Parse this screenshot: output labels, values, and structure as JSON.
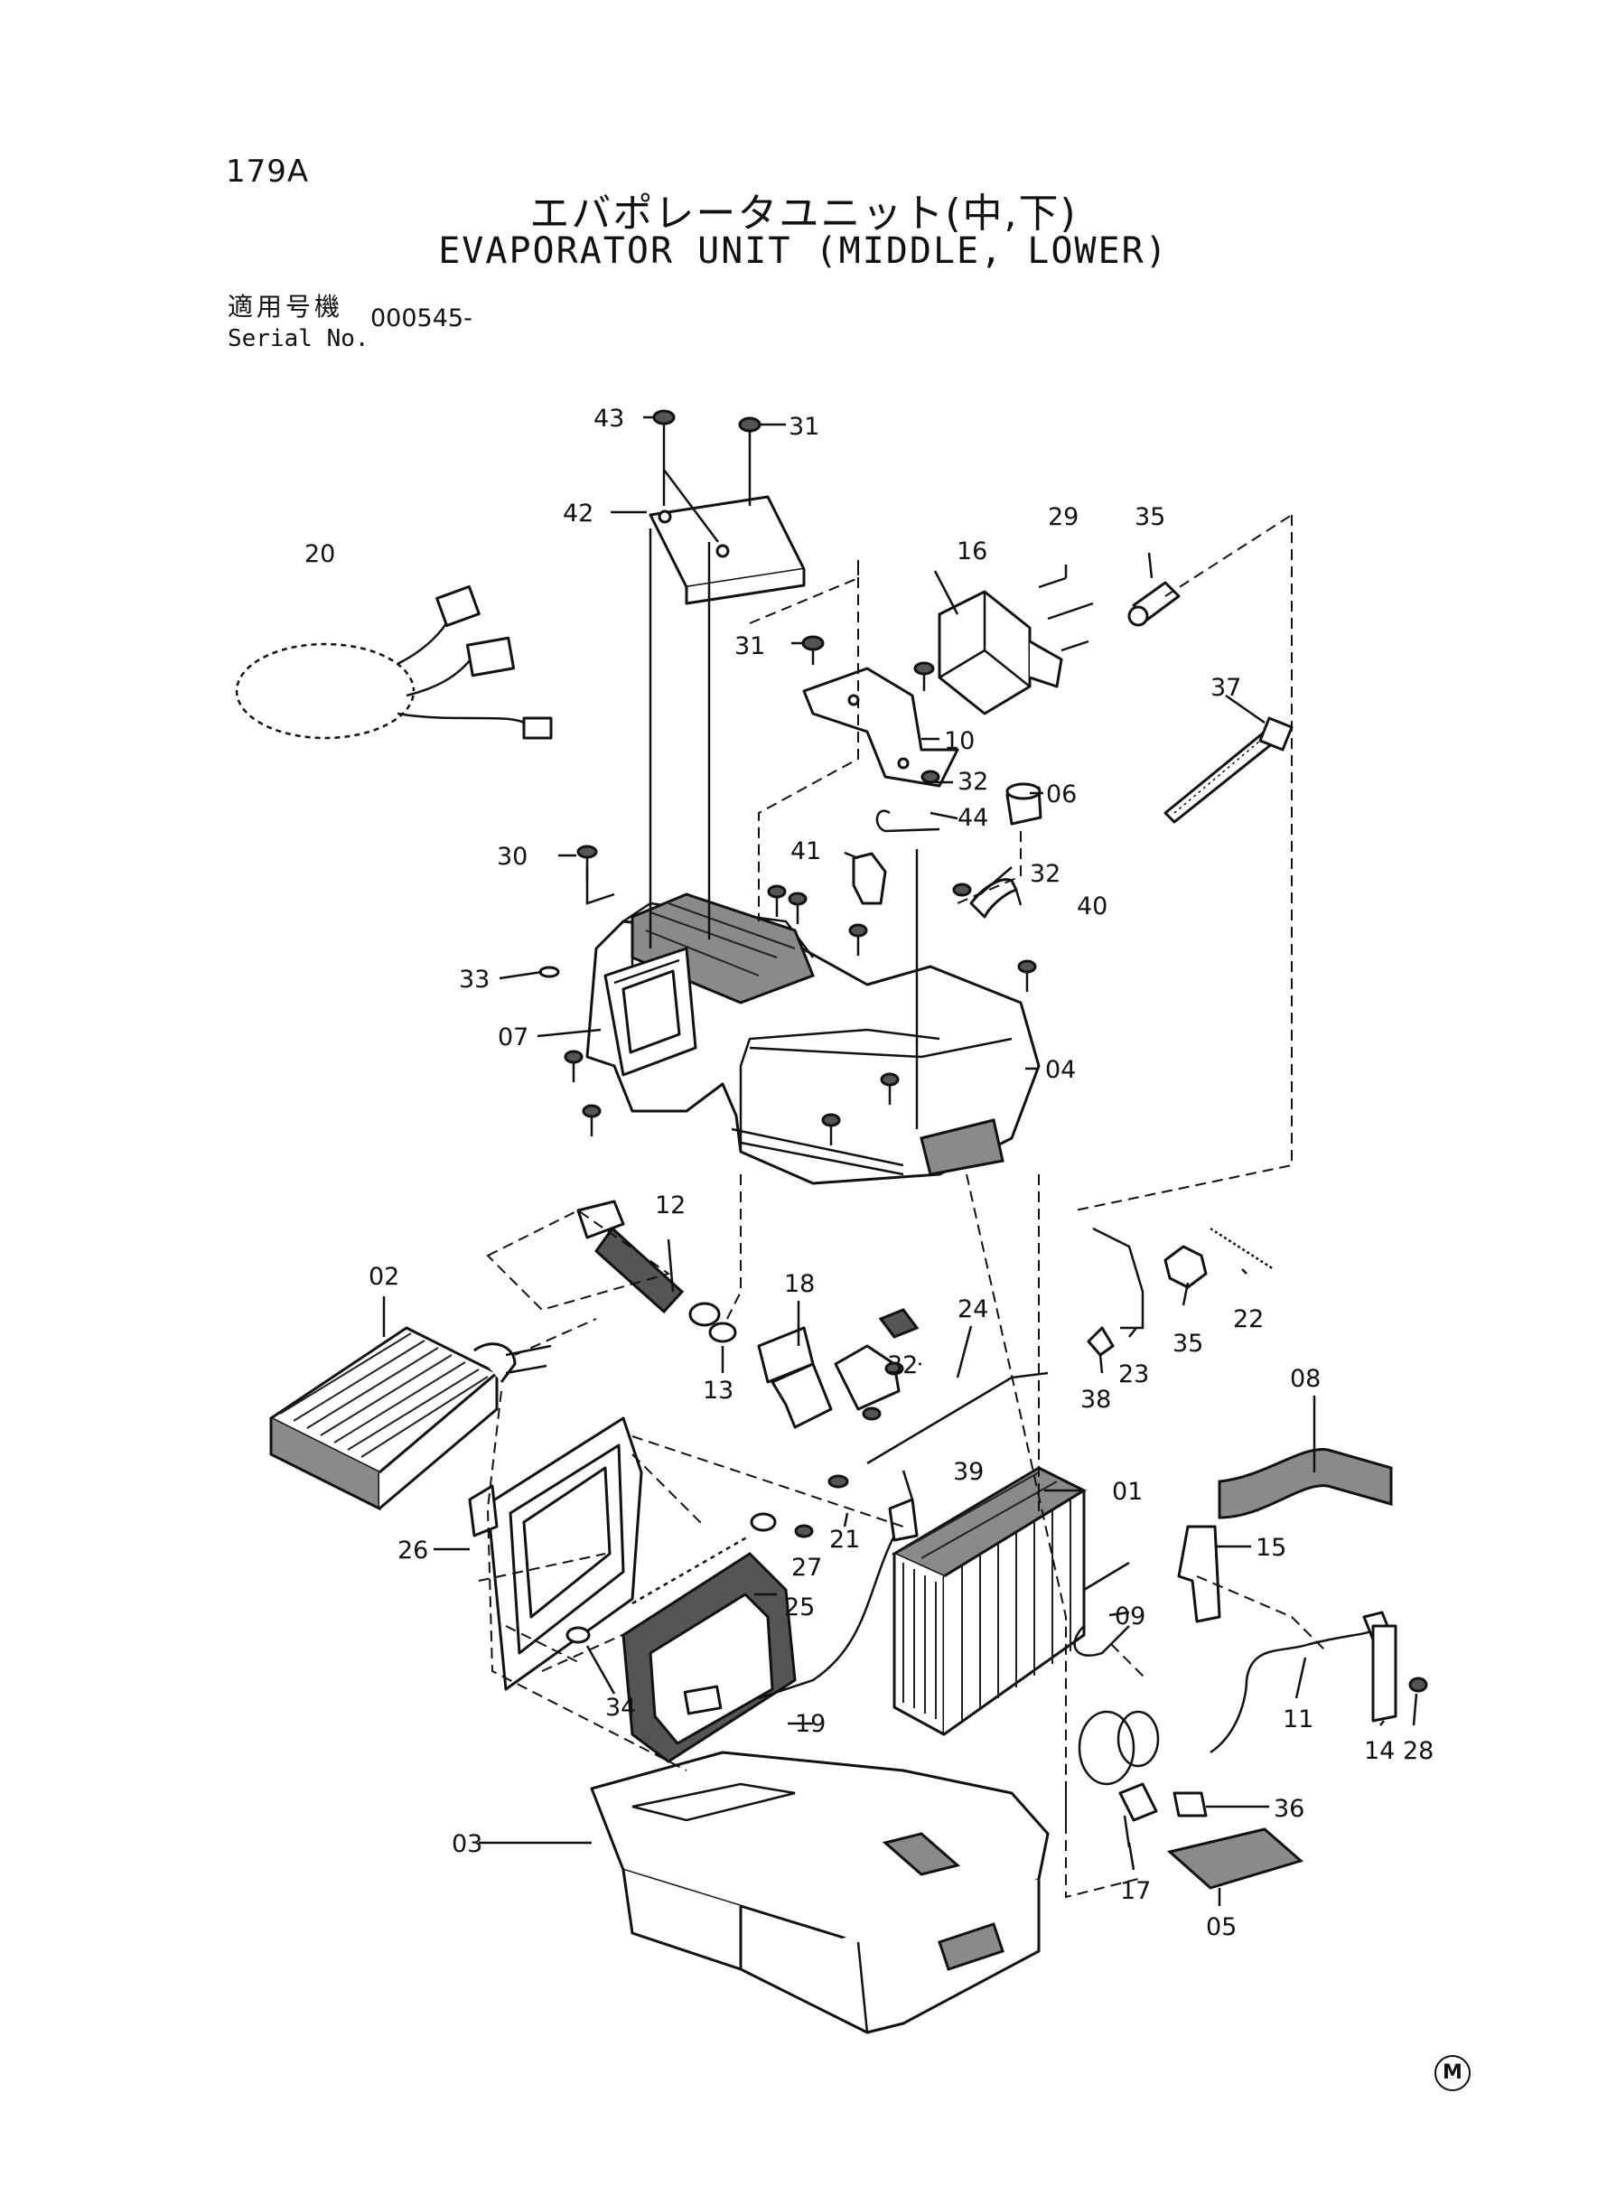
{
  "page_number": "179A",
  "title_ja": "エバポレータユニット(中,下)",
  "title_en": "EVAPORATOR UNIT (MIDDLE, LOWER)",
  "serial": {
    "label_ja": "適用号機",
    "label_en": "Serial No.",
    "value": "000545-"
  },
  "trademark_mark": "M",
  "part_callouts": [
    "01",
    "02",
    "03",
    "04",
    "05",
    "06",
    "07",
    "08",
    "09",
    "10",
    "11",
    "12",
    "13",
    "14",
    "15",
    "16",
    "17",
    "18",
    "19",
    "20",
    "21",
    "22",
    "23",
    "24",
    "25",
    "26",
    "27",
    "28",
    "29",
    "30",
    "31",
    "31",
    "32",
    "32",
    "32",
    "33",
    "34",
    "35",
    "35",
    "36",
    "37",
    "38",
    "39",
    "40",
    "41",
    "42",
    "43",
    "44"
  ]
}
